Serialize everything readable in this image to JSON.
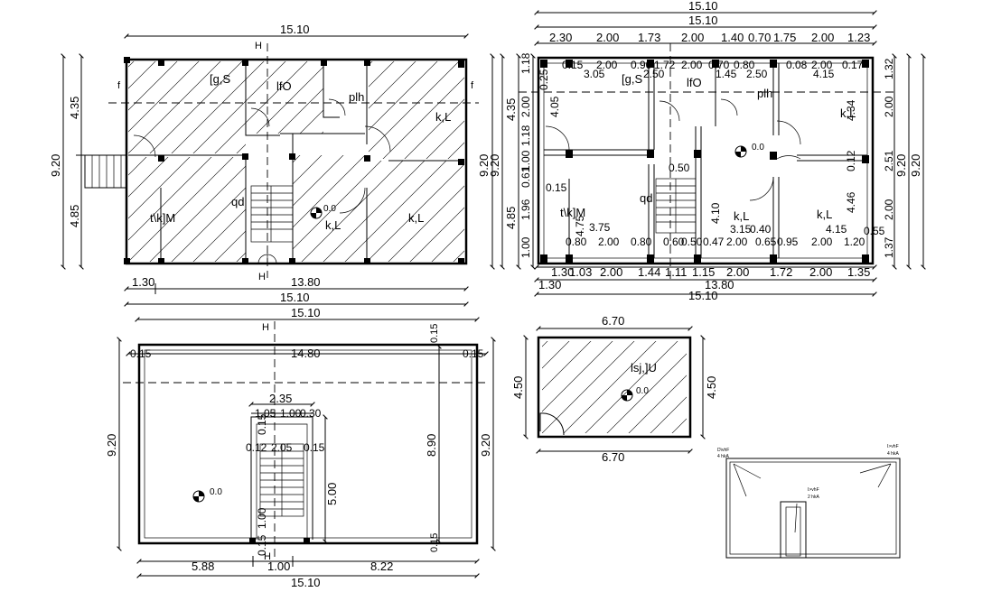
{
  "plan_tl": {
    "dim_top": "15.10",
    "dim_bottom_left": "1.30",
    "dim_bottom_mid": "13.80",
    "dim_bottom_total": "15.10",
    "dim_left_top": "4.35",
    "dim_left_bottom": "4.85",
    "dim_left_total": "9.20",
    "dim_right": "9.20",
    "section_h_top": "H",
    "section_h_bottom": "H",
    "section_f_left": "f",
    "section_f_right": "f",
    "rooms": [
      "[g,S",
      "lfO",
      "plh",
      "k,L",
      "t\\k]M",
      "qd",
      "k,L",
      "k,L"
    ],
    "level": "0.0"
  },
  "plan_tr": {
    "dim_top_1": "15.10",
    "dim_top_2": "15.10",
    "dim_top_row": [
      "2.30",
      "2.00",
      "1.73",
      "2.00",
      "1.40",
      "0.70",
      "1.75",
      "2.00",
      "1.23"
    ],
    "dim_inner_top": [
      "0.15",
      "2.00",
      "0.90",
      "1.72",
      "2.00",
      "0.70",
      "0.80",
      "0.08",
      "2.00",
      "0.17"
    ],
    "dim_inner_top2": [
      "3.05",
      "2.50",
      "1.45",
      "2.50",
      "4.15"
    ],
    "dim_bottom_row": [
      "1.30",
      "1.03",
      "2.00",
      "1.44",
      "1.11",
      "1.15",
      "2.00",
      "1.72",
      "2.00",
      "1.35"
    ],
    "dim_bottom_mid": "13.80",
    "dim_bottom_left": "1.30",
    "dim_bottom_total": "15.10",
    "dim_inner_bottom": [
      "0.80",
      "2.00",
      "0.80",
      "0.60",
      "0.50",
      "0.47",
      "2.00",
      "0.65",
      "0.95",
      "2.00",
      "1.20",
      "0.55"
    ],
    "dim_left": [
      "1.18",
      "2.00",
      "1.18",
      "4.35",
      "9.20",
      "1.00",
      "1.96",
      "0.61",
      "1.00",
      "4.85",
      "0.25"
    ],
    "dim_right": [
      "1.32",
      "2.00",
      "2.51",
      "2.00",
      "1.37",
      "9.20",
      "9.20"
    ],
    "inner_vals": [
      "4.05",
      "4.75",
      "4.34",
      "3.75",
      "3.15",
      "4.15",
      "4.46",
      "4.10",
      "0.40",
      "0.12",
      "0.50",
      "0.15"
    ],
    "rooms": [
      "[g,S",
      "lfO",
      "plh",
      "k,L",
      "t\\k]M",
      "qd",
      "k,L",
      "k,L"
    ],
    "level": "0.0"
  },
  "plan_bl": {
    "dim_top": "15.10",
    "dim_inner_top": "14.80",
    "dim_inner_left": "0.15",
    "dim_inner_right": "0.15",
    "dim_inner_right_top": "0.15",
    "dim_inner_right_bottom": "0.15",
    "dim_left": "9.20",
    "dim_right": "9.20",
    "dim_right_inner": "8.90",
    "stair_dims": [
      "2.35",
      "1.05",
      "1.00",
      "0.30",
      "0.15",
      "0.12",
      "2.05",
      "0.15",
      "5.00",
      "0.15",
      "1.00"
    ],
    "dim_bottom_left": "5.88",
    "dim_bottom_mid": "1.00",
    "dim_bottom_right": "8.22",
    "dim_bottom_total": "15.10",
    "level": "0.0",
    "section_h": "H",
    "section_h_bottom": "H"
  },
  "plan_mr": {
    "dim_top": "6.70",
    "dim_bottom": "6.70",
    "dim_left": "4.50",
    "dim_right": "4.50",
    "room": "lsj,]U",
    "level": "0.0"
  },
  "elevation": {
    "label_left": "D\\vhF",
    "label_left_sub": "4   hkA",
    "label_right": "I>vhF",
    "label_right_sub": "4   hkA",
    "label_mid": "I>vhF",
    "label_mid_sub": "2   hkA"
  }
}
